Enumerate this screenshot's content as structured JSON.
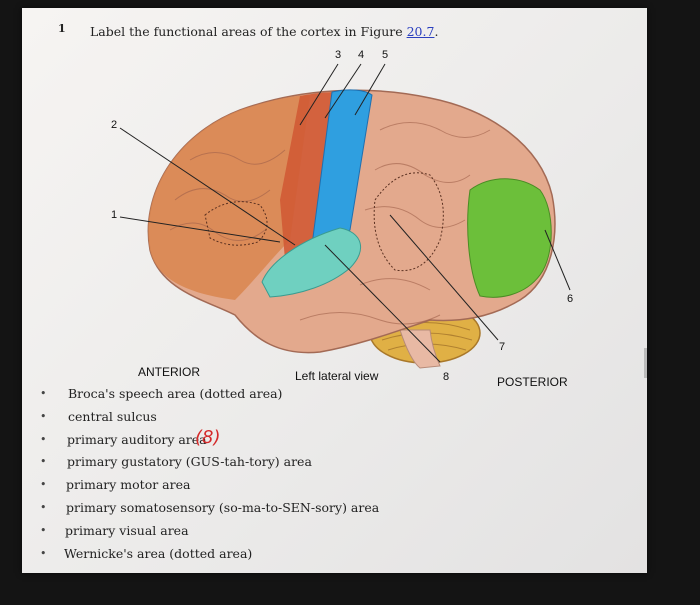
{
  "question": {
    "number": "1",
    "text": "Label the functional areas of the cortex in Figure",
    "link": "20.7",
    "period": "."
  },
  "figure": {
    "labels": [
      "1",
      "2",
      "3",
      "4",
      "5",
      "6",
      "7",
      "8"
    ],
    "caption_anterior": "ANTERIOR",
    "caption_view": "Left lateral view",
    "caption_posterior": "POSTERIOR"
  },
  "terms": [
    "Broca's speech area (dotted area)",
    "central sulcus",
    "primary auditory area",
    "primary gustatory (GUS-tah-tory) area",
    "primary motor area",
    "primary somatosensory (so-ma-to-SEN-sory) area",
    "primary visual area",
    "Wernicke's area (dotted area)"
  ],
  "handwritten_answer": "(8)",
  "colors": {
    "frontal": "#d9864f",
    "motor": "#d05a35",
    "somatosensory": "#2f9fe0",
    "auditory": "#6fd0c0",
    "visual": "#6cbf3a",
    "cerebellum": "#e0b045",
    "handwriting": "#d42a2a"
  }
}
